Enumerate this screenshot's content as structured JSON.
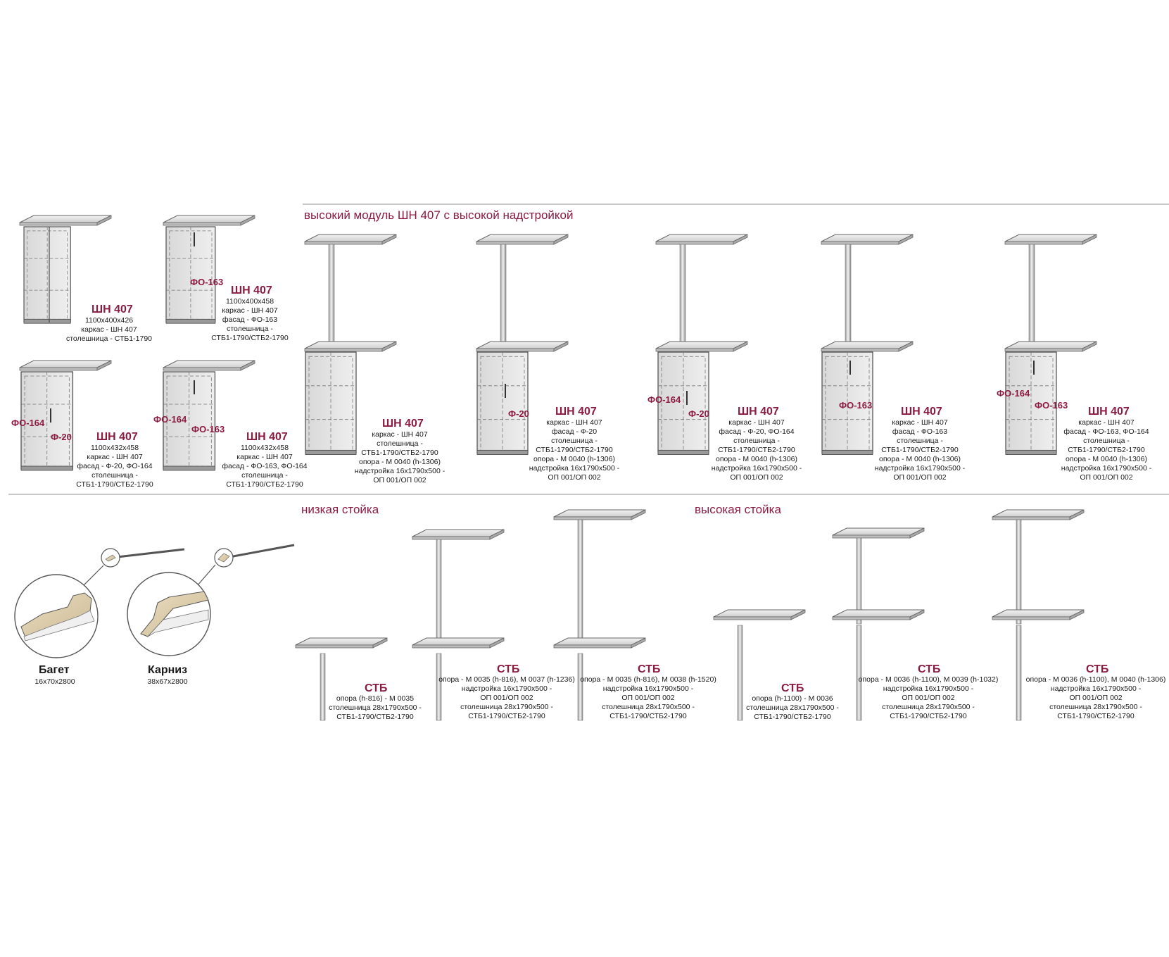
{
  "sections": {
    "tall": "высокий модуль ШН 407 с высокой надстройкой",
    "low_stand": "низкая стойка",
    "high_stand": "высокая стойка"
  },
  "modules": {
    "m1": {
      "code": "ШН 407",
      "lines": [
        "1100x400x426",
        "каркас - ШН 407",
        "столешница - СТБ1-1790"
      ]
    },
    "m2": {
      "code": "ШН 407",
      "lines": [
        "1100x400x458",
        "каркас - ШН 407",
        "фасад - ФО-163",
        "столешница -",
        "СТБ1-1790/СТБ2-1790"
      ],
      "tags": [
        "ФО-163"
      ]
    },
    "m3": {
      "code": "ШН 407",
      "lines": [
        "1100x432x458",
        "каркас - ШН 407",
        "фасад - Ф-20, ФО-164",
        "столешница -",
        "СТБ1-1790/СТБ2-1790"
      ],
      "tags": [
        "ФО-164",
        "Ф-20"
      ]
    },
    "m4": {
      "code": "ШН 407",
      "lines": [
        "1100x432x458",
        "каркас - ШН 407",
        "фасад - ФО-163, ФО-164",
        "столешница -",
        "СТБ1-1790/СТБ2-1790"
      ],
      "tags": [
        "ФО-164",
        "ФО-163"
      ]
    },
    "t1": {
      "code": "ШН 407",
      "lines": [
        "каркас - ШН 407",
        "столешница -",
        "СТБ1-1790/СТБ2-1790",
        "опора - М 0040 (h-1306)",
        "надстройка 16x1790x500 -",
        "ОП 001/ОП 002"
      ]
    },
    "t2": {
      "code": "ШН 407",
      "lines": [
        "каркас - ШН 407",
        "фасад - Ф-20",
        "столешница -",
        "СТБ1-1790/СТБ2-1790",
        "опора - М 0040 (h-1306)",
        "надстройка 16x1790x500 -",
        "ОП 001/ОП 002"
      ],
      "tags": [
        "Ф-20"
      ]
    },
    "t3": {
      "code": "ШН 407",
      "lines": [
        "каркас - ШН 407",
        "фасад - Ф-20, ФО-164",
        "столешница -",
        "СТБ1-1790/СТБ2-1790",
        "опора - М 0040 (h-1306)",
        "надстройка 16x1790x500 -",
        "ОП 001/ОП 002"
      ],
      "tags": [
        "ФО-164",
        "Ф-20"
      ]
    },
    "t4": {
      "code": "ШН 407",
      "lines": [
        "каркас - ШН 407",
        "фасад - ФО-163",
        "столешница -",
        "СТБ1-1790/СТБ2-1790",
        "опора - М 0040 (h-1306)",
        "надстройка 16x1790x500 -",
        "ОП 001/ОП 002"
      ],
      "tags": [
        "ФО-163"
      ]
    },
    "t5": {
      "code": "ШН 407",
      "lines": [
        "каркас - ШН 407",
        "фасад - ФО-163, ФО-164",
        "столешница -",
        "СТБ1-1790/СТБ2-1790",
        "опора - М 0040 (h-1306)",
        "надстройка 16x1790x500 -",
        "ОП 001/ОП 002"
      ],
      "tags": [
        "ФО-164",
        "ФО-163"
      ]
    }
  },
  "profiles": {
    "baget": {
      "name": "Багет",
      "size": "16x70x2800"
    },
    "karniz": {
      "name": "Карниз",
      "size": "38x67x2800"
    }
  },
  "stands": {
    "s1": {
      "code": "СТБ",
      "lines": [
        "опора (h-816) - М 0035",
        "столешница 28x1790x500 -",
        "СТБ1-1790/СТБ2-1790"
      ]
    },
    "s2": {
      "code": "СТБ",
      "lines": [
        "опора - М 0035 (h-816), М 0037 (h-1236)",
        "надстройка 16x1790x500 -",
        "ОП 001/ОП 002",
        "столешница 28x1790x500 -",
        "СТБ1-1790/СТБ2-1790"
      ]
    },
    "s3": {
      "code": "СТБ",
      "lines": [
        "опора - М 0035 (h-816), М 0038 (h-1520)",
        "надстройка 16x1790x500 -",
        "ОП 001/ОП 002",
        "столешница 28x1790x500 -",
        "СТБ1-1790/СТБ2-1790"
      ]
    },
    "s4": {
      "code": "СТБ",
      "lines": [
        "опора (h-1100) - М 0036",
        "столешница 28x1790x500 -",
        "СТБ1-1790/СТБ2-1790"
      ]
    },
    "s5": {
      "code": "СТБ",
      "lines": [
        "опора - М 0036 (h-1100), М 0039 (h-1032)",
        "надстройка 16x1790x500 -",
        "ОП 001/ОП 002",
        "столешница 28x1790x500 -",
        "СТБ1-1790/СТБ2-1790"
      ]
    },
    "s6": {
      "code": "СТБ",
      "lines": [
        "опора - М 0036 (h-1100), М 0040 (h-1306)",
        "надстройка 16x1790x500 -",
        "ОП 001/ОП 002",
        "столешница 28x1790x500 -",
        "СТБ1-1790/СТБ2-1790"
      ]
    }
  },
  "colors": {
    "accent": "#8c1b40",
    "panel": "#e3e3e3",
    "line": "#4a4a4a"
  }
}
